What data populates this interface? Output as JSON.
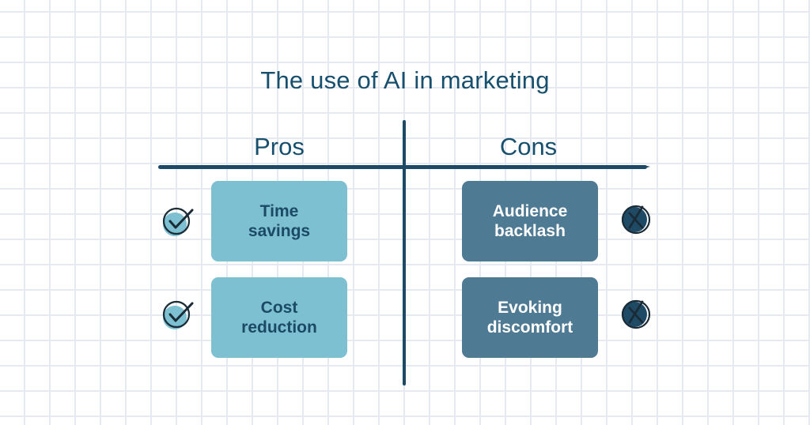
{
  "title": "The use of AI in marketing",
  "pros": {
    "heading": "Pros",
    "items": [
      {
        "lines": [
          "Time",
          "savings"
        ],
        "icon": "check-icon"
      },
      {
        "lines": [
          "Cost",
          "reduction"
        ],
        "icon": "check-icon"
      }
    ]
  },
  "cons": {
    "heading": "Cons",
    "items": [
      {
        "lines": [
          "Audience",
          "backlash"
        ],
        "icon": "cross-icon"
      },
      {
        "lines": [
          "Evoking",
          "discomfort"
        ],
        "icon": "cross-icon"
      }
    ]
  },
  "colors": {
    "text_dark": "#174f6e",
    "pro_card": "#7cc0d2",
    "con_card": "#4e7a93",
    "grid": "#e6e9ef"
  }
}
